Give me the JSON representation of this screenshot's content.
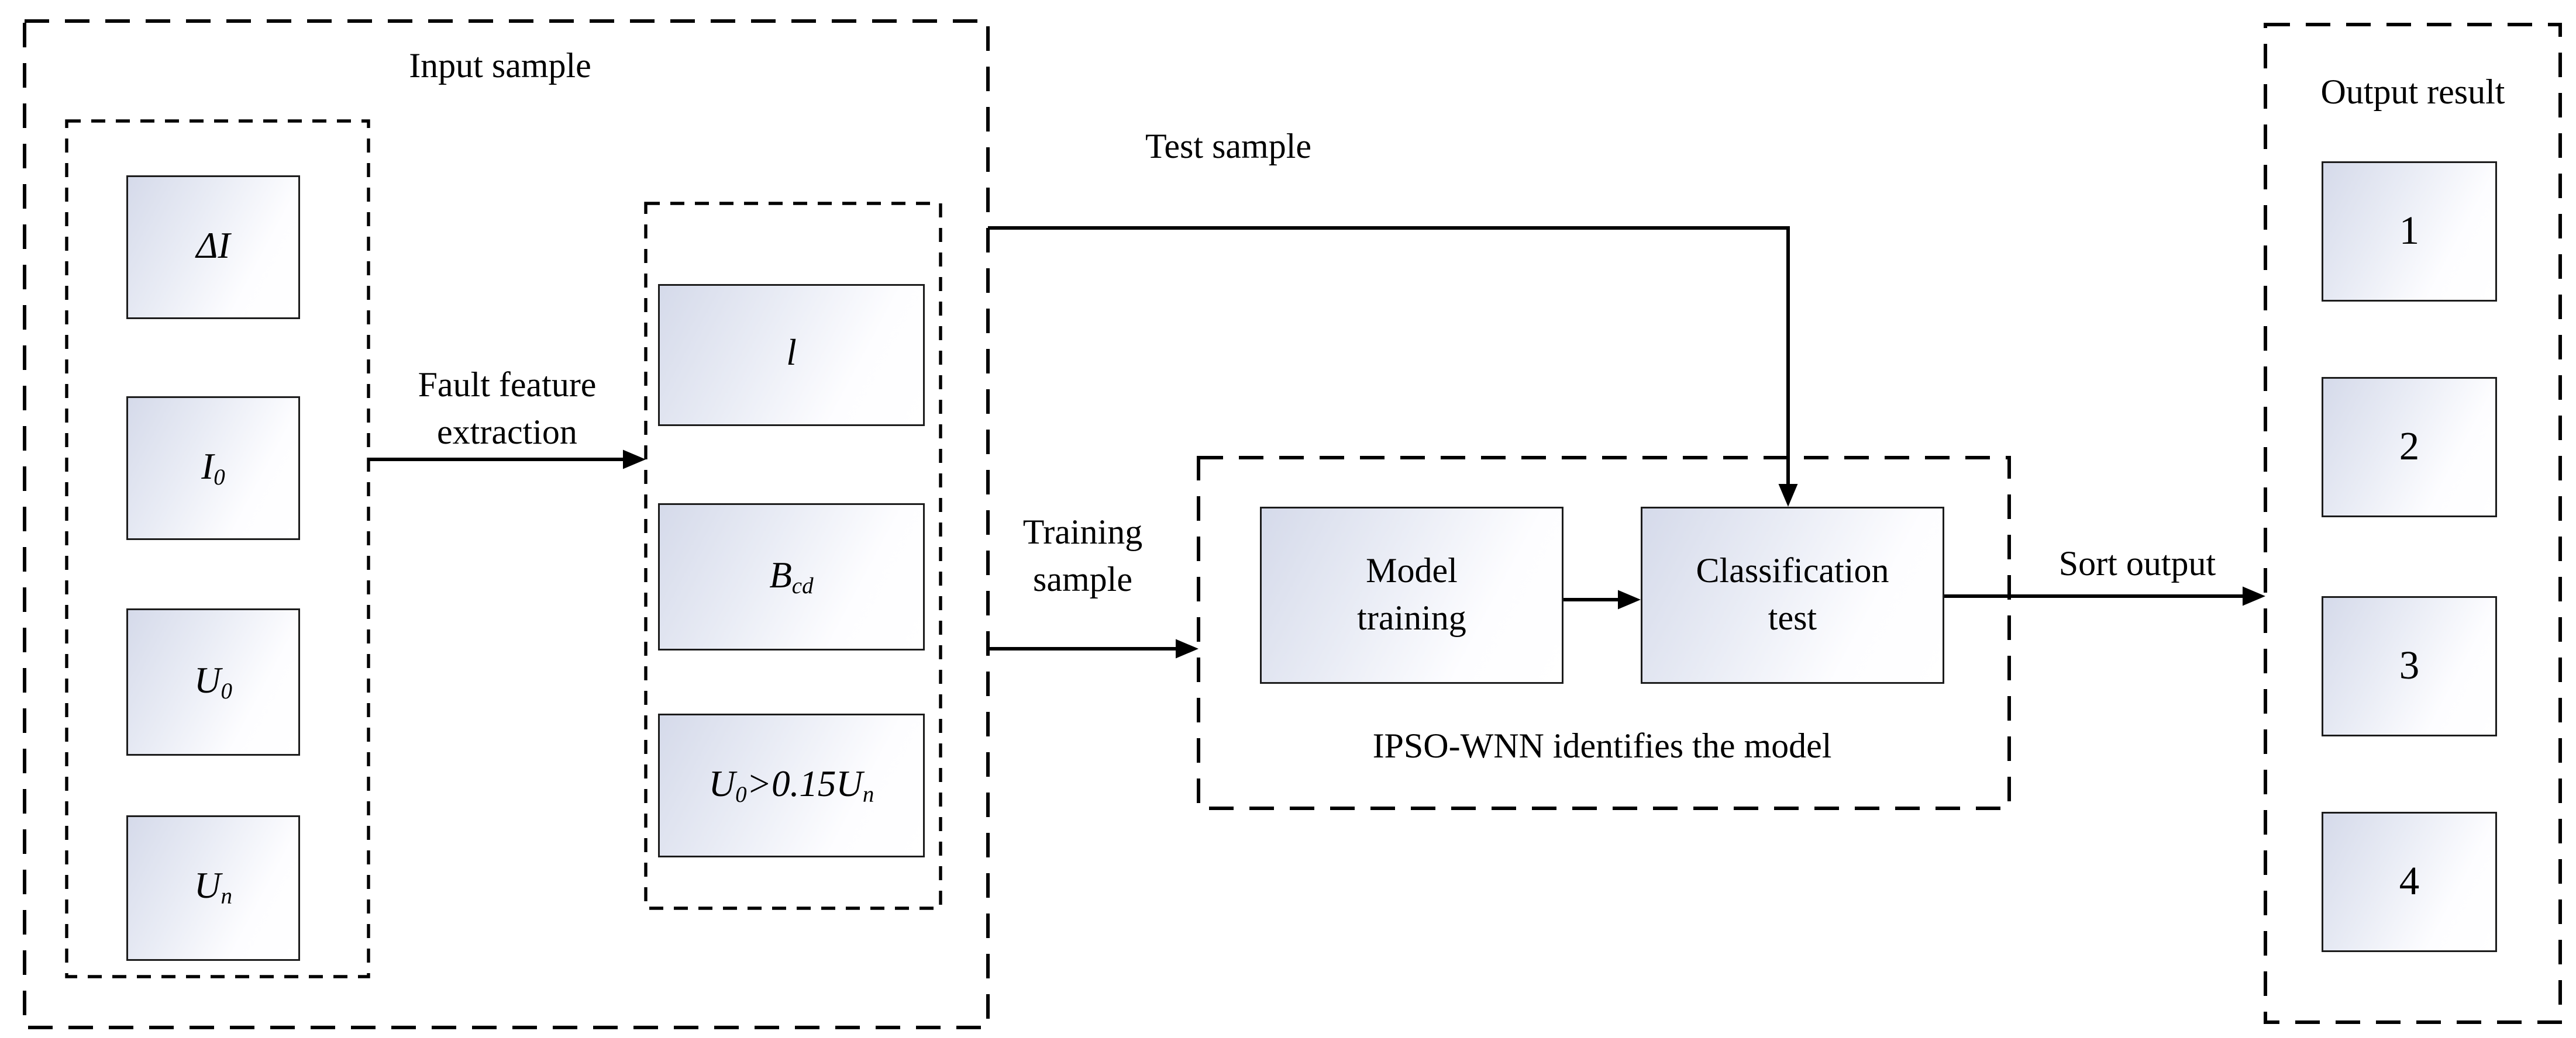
{
  "colors": {
    "line": "#000000",
    "box_border": "#1c1c1c",
    "box_fill_start": "#d5daea",
    "box_fill_end": "#ffffff",
    "background": "#ffffff"
  },
  "input_panel": {
    "title": "Input sample",
    "raw_boxes": [
      {
        "main": "ΔI",
        "sub": ""
      },
      {
        "main": "I",
        "sub": "0"
      },
      {
        "main": "U",
        "sub": "0"
      },
      {
        "main": "U",
        "sub": "n"
      }
    ],
    "feature_boxes": {
      "l": {
        "main": "l",
        "sub": ""
      },
      "bcd": {
        "main": "B",
        "sub": "cd"
      },
      "threshold": {
        "p1": "U",
        "s1": "0",
        "mid": ">0.15",
        "p2": "U",
        "s2": "n"
      }
    }
  },
  "labels": {
    "fault_line1": "Fault feature",
    "fault_line2": "extraction",
    "test_sample": "Test sample",
    "training_line1": "Training",
    "training_line2": "sample",
    "sort_output": "Sort output"
  },
  "ipso_panel": {
    "model_line1": "Model",
    "model_line2": "training",
    "class_line1": "Classification",
    "class_line2": "test",
    "caption": "IPSO-WNN identifies the model"
  },
  "output_panel": {
    "title": "Output result",
    "items": [
      "1",
      "2",
      "3",
      "4"
    ]
  }
}
